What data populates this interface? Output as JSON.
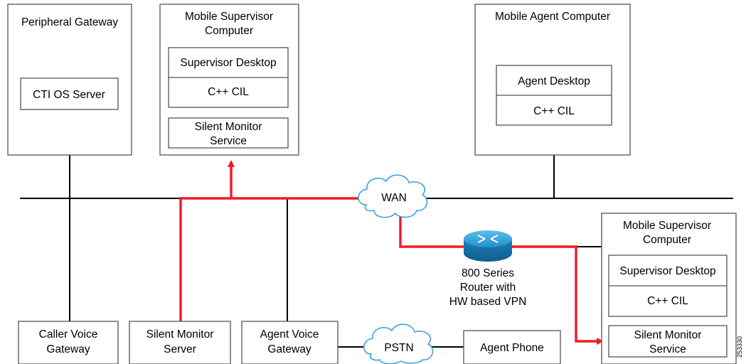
{
  "peripheral_gateway": {
    "title": "Peripheral Gateway",
    "cti_os_server": "CTI OS Server"
  },
  "mobile_supervisor_top": {
    "title_line1": "Mobile Supervisor",
    "title_line2": "Computer",
    "supervisor_desktop": "Supervisor Desktop",
    "cil": "C++ CIL",
    "silent_monitor_line1": "Silent Monitor",
    "silent_monitor_line2": "Service"
  },
  "mobile_agent": {
    "title": "Mobile Agent Computer",
    "agent_desktop": "Agent Desktop",
    "cil": "C++ CIL"
  },
  "mobile_supervisor_bottom": {
    "title_line1": "Mobile Supervisor",
    "title_line2": "Computer",
    "supervisor_desktop": "Supervisor Desktop",
    "cil": "C++ CIL",
    "silent_monitor_line1": "Silent Monitor",
    "silent_monitor_line2": "Service"
  },
  "wan": "WAN",
  "pstn": "PSTN",
  "router": {
    "line1": "800 Series",
    "line2": "Router with",
    "line3": "HW based VPN"
  },
  "bottom_boxes": {
    "caller_voice_gateway_line1": "Caller Voice",
    "caller_voice_gateway_line2": "Gateway",
    "silent_monitor_server_line1": "Silent Monitor",
    "silent_monitor_server_line2": "Server",
    "agent_voice_gateway_line1": "Agent Voice",
    "agent_voice_gateway_line2": "Gateway",
    "agent_phone": "Agent Phone"
  },
  "figure_id": "253330",
  "colors": {
    "monitor_path": "#ee1c25",
    "cloud_outline": "#3fa3d6",
    "router_body": "#1e8fc9"
  }
}
